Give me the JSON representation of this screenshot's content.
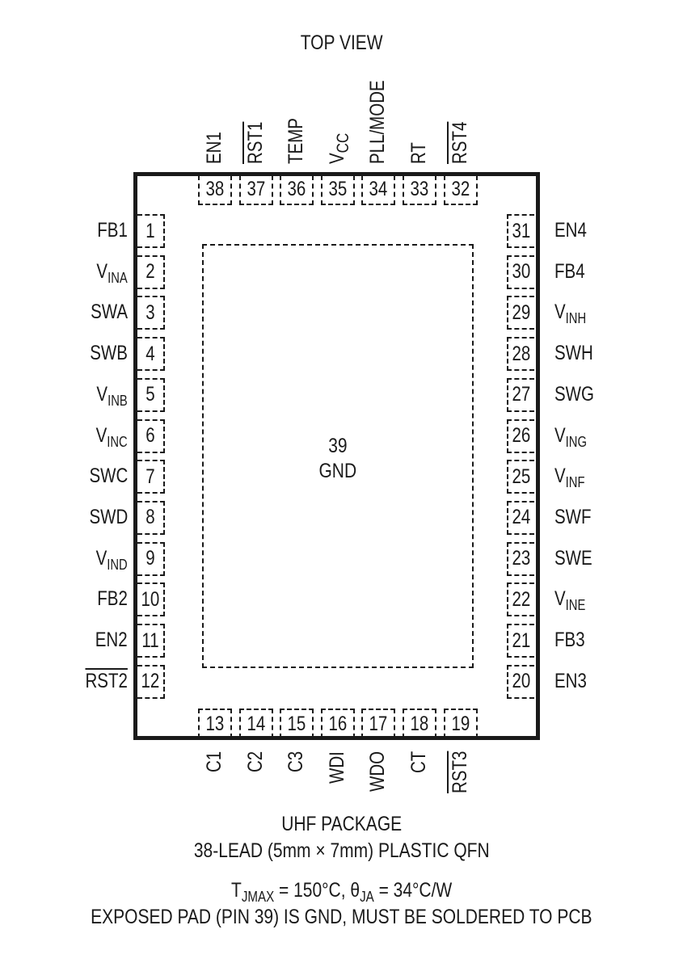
{
  "title": "TOP VIEW",
  "center_pad": {
    "number": "39",
    "name": "GND"
  },
  "left_pins": [
    {
      "num": "1",
      "name": "FB1",
      "sub": "",
      "overline": false
    },
    {
      "num": "2",
      "name": "V",
      "sub": "INA",
      "overline": false
    },
    {
      "num": "3",
      "name": "SWA",
      "sub": "",
      "overline": false
    },
    {
      "num": "4",
      "name": "SWB",
      "sub": "",
      "overline": false
    },
    {
      "num": "5",
      "name": "V",
      "sub": "INB",
      "overline": false
    },
    {
      "num": "6",
      "name": "V",
      "sub": "INC",
      "overline": false
    },
    {
      "num": "7",
      "name": "SWC",
      "sub": "",
      "overline": false
    },
    {
      "num": "8",
      "name": "SWD",
      "sub": "",
      "overline": false
    },
    {
      "num": "9",
      "name": "V",
      "sub": "IND",
      "overline": false
    },
    {
      "num": "10",
      "name": "FB2",
      "sub": "",
      "overline": false
    },
    {
      "num": "11",
      "name": "EN2",
      "sub": "",
      "overline": false
    },
    {
      "num": "12",
      "name": "RST2",
      "sub": "",
      "overline": true
    }
  ],
  "right_pins": [
    {
      "num": "31",
      "name": "EN4",
      "sub": "",
      "overline": false
    },
    {
      "num": "30",
      "name": "FB4",
      "sub": "",
      "overline": false
    },
    {
      "num": "29",
      "name": "V",
      "sub": "INH",
      "overline": false
    },
    {
      "num": "28",
      "name": "SWH",
      "sub": "",
      "overline": false
    },
    {
      "num": "27",
      "name": "SWG",
      "sub": "",
      "overline": false
    },
    {
      "num": "26",
      "name": "V",
      "sub": "ING",
      "overline": false
    },
    {
      "num": "25",
      "name": "V",
      "sub": "INF",
      "overline": false
    },
    {
      "num": "24",
      "name": "SWF",
      "sub": "",
      "overline": false
    },
    {
      "num": "23",
      "name": "SWE",
      "sub": "",
      "overline": false
    },
    {
      "num": "22",
      "name": "V",
      "sub": "INE",
      "overline": false
    },
    {
      "num": "21",
      "name": "FB3",
      "sub": "",
      "overline": false
    },
    {
      "num": "20",
      "name": "EN3",
      "sub": "",
      "overline": false
    }
  ],
  "top_pins": [
    {
      "num": "38",
      "name": "EN1",
      "sub": "",
      "overline": false
    },
    {
      "num": "37",
      "name": "RST1",
      "sub": "",
      "overline": true
    },
    {
      "num": "36",
      "name": "TEMP",
      "sub": "",
      "overline": false
    },
    {
      "num": "35",
      "name": "V",
      "sub": "CC",
      "overline": false
    },
    {
      "num": "34",
      "name": "PLL/MODE",
      "sub": "",
      "overline": false
    },
    {
      "num": "33",
      "name": "RT",
      "sub": "",
      "overline": false
    },
    {
      "num": "32",
      "name": "RST4",
      "sub": "",
      "overline": true
    }
  ],
  "bottom_pins": [
    {
      "num": "13",
      "name": "C1",
      "sub": "",
      "overline": false
    },
    {
      "num": "14",
      "name": "C2",
      "sub": "",
      "overline": false
    },
    {
      "num": "15",
      "name": "C3",
      "sub": "",
      "overline": false
    },
    {
      "num": "16",
      "name": "WDI",
      "sub": "",
      "overline": false
    },
    {
      "num": "17",
      "name": "WDO",
      "sub": "",
      "overline": false
    },
    {
      "num": "18",
      "name": "CT",
      "sub": "",
      "overline": false
    },
    {
      "num": "19",
      "name": "RST3",
      "sub": "",
      "overline": true
    }
  ],
  "package": {
    "line1": "UHF PACKAGE",
    "line2": "38-LEAD (5mm × 7mm) PLASTIC QFN",
    "thermal": {
      "tj_symbol": "T",
      "tj_sub": "JMAX",
      "tj_value": " = 150°C, ",
      "theta_symbol": "θ",
      "theta_sub": "JA",
      "theta_value": " = 34°C/W"
    },
    "line4": "EXPOSED PAD (PIN 39) IS GND, MUST BE SOLDERED TO PCB"
  }
}
